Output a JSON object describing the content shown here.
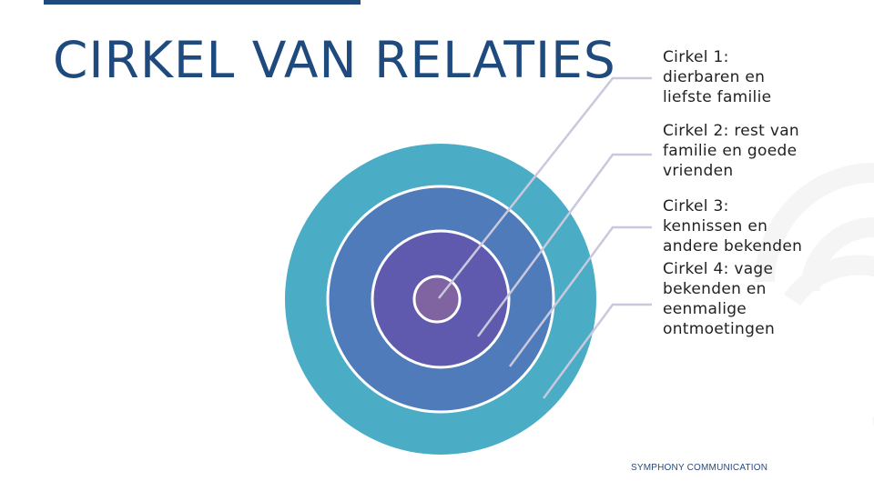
{
  "title": "CIRKEL VAN RELATIES",
  "circles": [
    {
      "label": "Cirkel 1: dierbaren en liefste familie",
      "color": "#8064a2"
    },
    {
      "label": "Cirkel 2: rest van familie en goede vrienden",
      "color": "#5f5aae"
    },
    {
      "label": "Cirkel 3: kennissen en andere bekenden",
      "color": "#4f7bbb"
    },
    {
      "label": "Cirkel 4: vage bekenden en eenmalige ontmoetingen",
      "color": "#4bacc6"
    }
  ],
  "footer": "SYMPHONY COMMUNICATION"
}
